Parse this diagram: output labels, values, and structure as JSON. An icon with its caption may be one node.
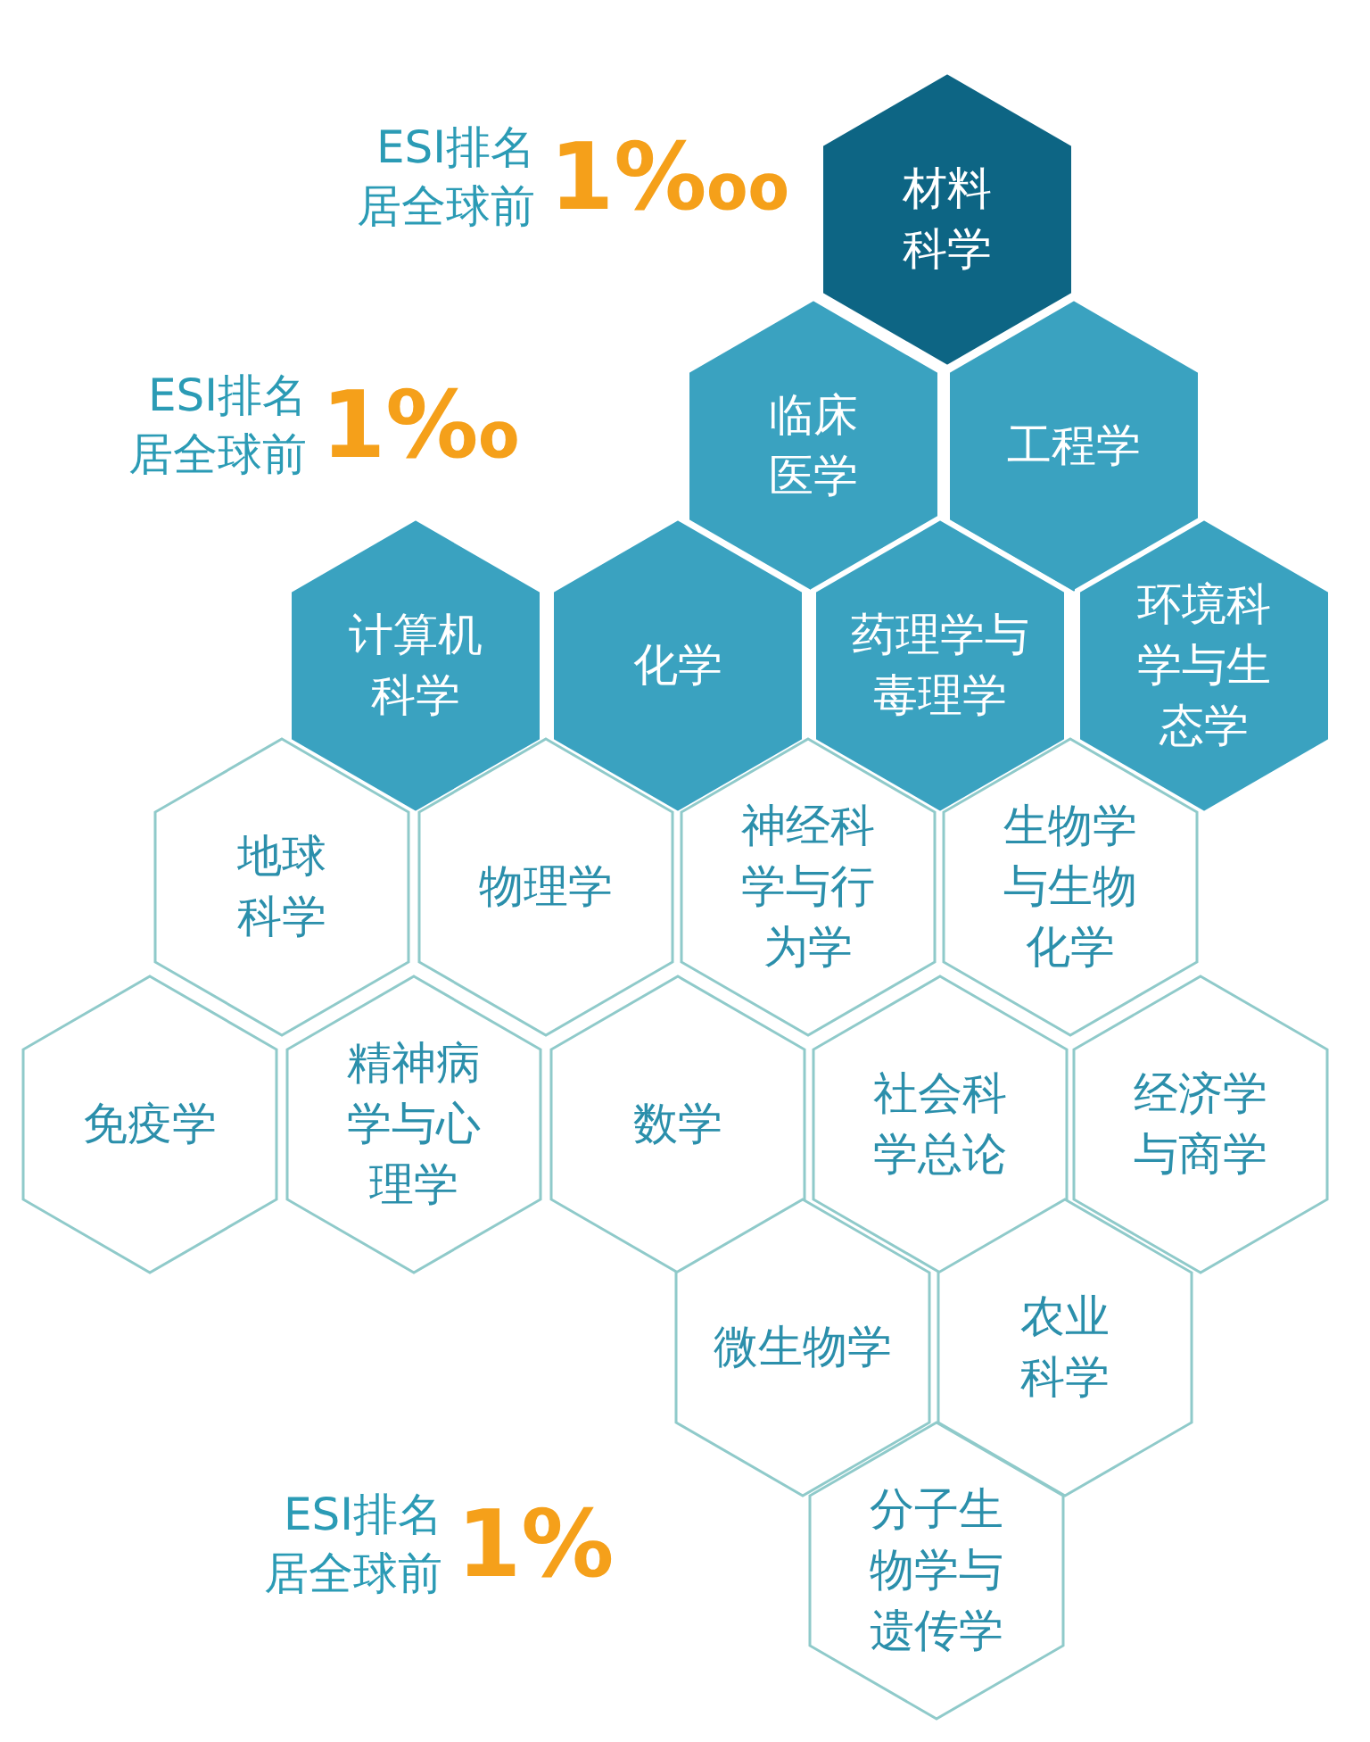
{
  "diagram": {
    "nodes": [
      {
        "text": [
          "材料科学"
        ]
      },
      {
        "text": [
          "临床医学"
        ]
      },
      {
        "text": [
          "工程学"
        ]
      },
      {
        "text": [
          "计算机科学"
        ]
      },
      {
        "text": [
          "化学"
        ]
      },
      {
        "text": [
          "药理学与毒理学"
        ]
      },
      {
        "text": [
          "环境科学与生态学"
        ]
      },
      {
        "text": [
          "地球科学"
        ]
      },
      {
        "text": [
          "物理学"
        ]
      },
      {
        "text": [
          "神经科学与行为学"
        ]
      },
      {
        "text": [
          "生物学与生物化学"
        ]
      },
      {
        "text": [
          "免疫学"
        ]
      },
      {
        "text": [
          "精神病学与心理学"
        ]
      },
      {
        "text": [
          "数学"
        ]
      },
      {
        "text": [
          "社会科学总论"
        ]
      },
      {
        "text": [
          "经济学与商学"
        ]
      },
      {
        "text": [
          "微生物学"
        ]
      },
      {
        "text": [
          "农业科学"
        ]
      },
      {
        "text": [
          "分子生物学与遗传学"
        ]
      }
    ],
    "labels": [
      "ESI排名居全球前",
      "1‱",
      "ESI排名居全球前",
      "1‰",
      "ESI排名居全球前",
      "1%"
    ]
  }
}
